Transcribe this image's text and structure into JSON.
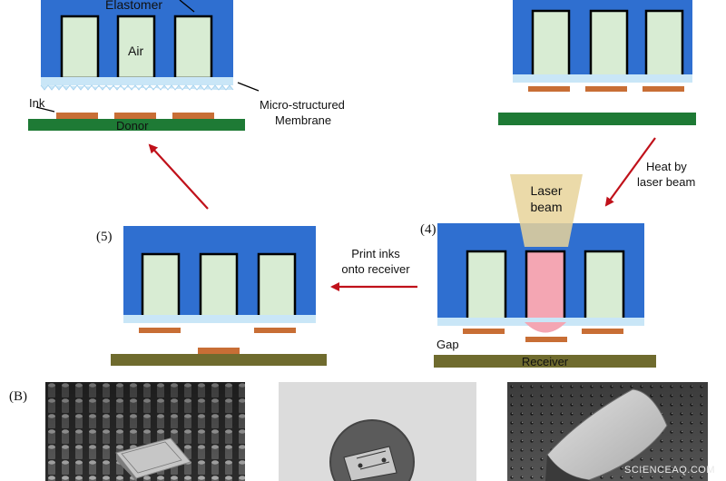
{
  "colors": {
    "elastomer": "#2f6fd0",
    "air": "#d8ecd3",
    "membrane": "#c9e6f7",
    "ink": "#c86e35",
    "donor": "#1e7a35",
    "receiver": "#6f6b2e",
    "laser": "#e8d39a",
    "heated_air": "#f4a6b3",
    "arrow": "#c0111a"
  },
  "labels": {
    "elastomer": "Elastomer",
    "air": "Air",
    "membrane_line1": "Micro-structured",
    "membrane_line2": "Membrane",
    "ink": "Ink",
    "donor": "Donor",
    "heat_line1": "Heat by",
    "heat_line2": "laser beam",
    "laser_line1": "Laser",
    "laser_line2": "beam",
    "step4": "(4)",
    "step5": "(5)",
    "print_line1": "Print inks",
    "print_line2": "onto receiver",
    "gap": "Gap",
    "receiver": "Receiver",
    "panel_b": "(B)",
    "watermark": "SCIENCEAQ.COM"
  },
  "photos": [
    {
      "subject": "sem-pillar-array-with-chip"
    },
    {
      "subject": "optical-chip-in-circle"
    },
    {
      "subject": "sem-tilted-plate-on-membrane"
    }
  ]
}
